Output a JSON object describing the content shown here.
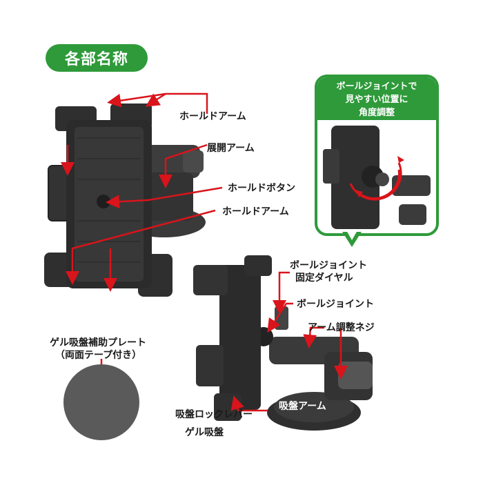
{
  "heading": "各部名称",
  "callout": {
    "line1": "ボールジョイントで",
    "line2": "見やすい位置に",
    "line3": "角度調整"
  },
  "labels": {
    "hold_arm_top": "ホールドアーム",
    "expand_arm": "展開アーム",
    "hold_button": "ホールドボタン",
    "hold_arm_bottom": "ホールドアーム",
    "ball_joint_dial_1": "ボールジョイント",
    "ball_joint_dial_2": "固定ダイヤル",
    "ball_joint": "ボールジョイント",
    "arm_adjust_screw": "アーム調整ネジ",
    "suction_arm": "吸盤アーム",
    "suction_lock_lever": "吸盤ロックレバー",
    "gel_suction": "ゲル吸盤",
    "gel_plate_1": "ゲル吸盤補助プレート",
    "gel_plate_2": "（両面テープ付き）"
  },
  "colors": {
    "accent_green": "#2e9a3a",
    "arrow_red": "#d9141b",
    "device_dark": "#2b2b2b"
  }
}
